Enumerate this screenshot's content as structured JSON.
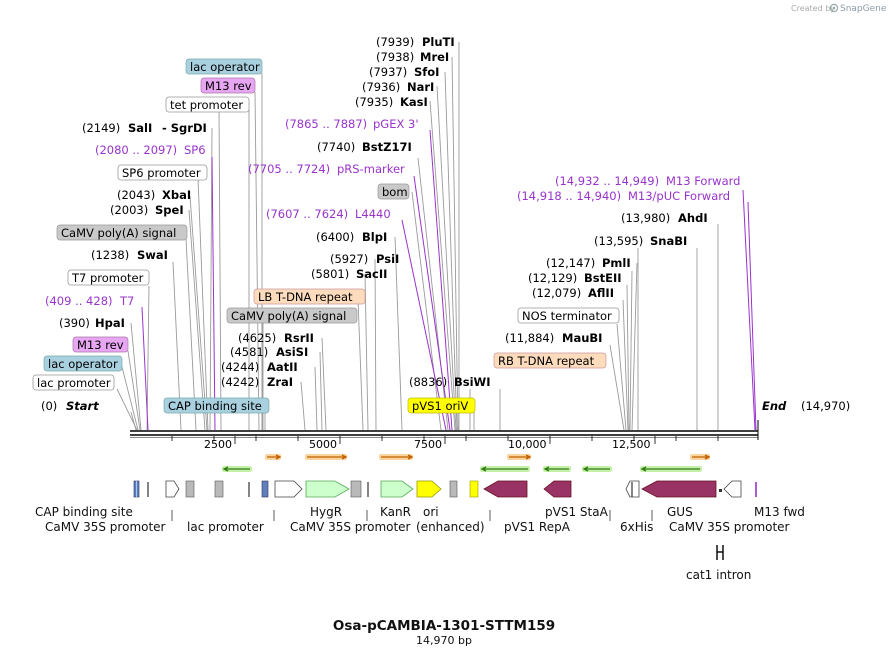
{
  "header": {
    "created_by": "Created by",
    "brand": "SnapGene"
  },
  "map": {
    "name": "Osa-pCAMBIA-1301-STTM159",
    "length_label": "14,970 bp",
    "start": {
      "pos": "(0)",
      "label": "Start"
    },
    "end": {
      "pos": "(14,970)",
      "label": "End"
    }
  },
  "ruler": [
    "2500",
    "5000",
    "7500",
    "10,000",
    "12,500"
  ],
  "enzymes": [
    {
      "pos": "(7939)",
      "name": "PluTI"
    },
    {
      "pos": "(7938)",
      "name": "MreI"
    },
    {
      "pos": "(7937)",
      "name": "SfoI"
    },
    {
      "pos": "(7936)",
      "name": "NarI"
    },
    {
      "pos": "(7935)",
      "name": "KasI"
    },
    {
      "pos": "(2149)",
      "name": "SalI"
    },
    {
      "pos": "",
      "name": "- SgrDI"
    },
    {
      "pos": "(7740)",
      "name": "BstZ17I"
    },
    {
      "pos": "(2043)",
      "name": "XbaI"
    },
    {
      "pos": "(2003)",
      "name": "SpeI"
    },
    {
      "pos": "(13,980)",
      "name": "AhdI"
    },
    {
      "pos": "(6400)",
      "name": "BlpI"
    },
    {
      "pos": "(13,595)",
      "name": "SnaBI"
    },
    {
      "pos": "(1238)",
      "name": "SwaI"
    },
    {
      "pos": "(5927)",
      "name": "PsiI"
    },
    {
      "pos": "(12,147)",
      "name": "PmlI"
    },
    {
      "pos": "(5801)",
      "name": "SacII"
    },
    {
      "pos": "(12,129)",
      "name": "BstEII"
    },
    {
      "pos": "(12,079)",
      "name": "AflII"
    },
    {
      "pos": "(390)",
      "name": "HpaI"
    },
    {
      "pos": "(4625)",
      "name": "RsrII"
    },
    {
      "pos": "(11,884)",
      "name": "MauBI"
    },
    {
      "pos": "(4581)",
      "name": "AsiSI"
    },
    {
      "pos": "(4244)",
      "name": "AatII"
    },
    {
      "pos": "(4242)",
      "name": "ZraI"
    },
    {
      "pos": "(8836)",
      "name": "BsiWI"
    }
  ],
  "primers": [
    {
      "range": "(7865 .. 7887)",
      "name": "pGEX 3'"
    },
    {
      "range": "(2080 .. 2097)",
      "name": "SP6"
    },
    {
      "range": "(7705 .. 7724)",
      "name": "pRS-marker"
    },
    {
      "range": "(14,932 .. 14,949)",
      "name": "M13 Forward"
    },
    {
      "range": "(14,918 .. 14,940)",
      "name": "M13/pUC Forward"
    },
    {
      "range": "(7607 .. 7624)",
      "name": "L4440"
    },
    {
      "range": "(409 .. 428)",
      "name": "T7"
    }
  ],
  "boxed_features": [
    {
      "name": "lac operator",
      "kind": "protein-bind"
    },
    {
      "name": "M13 rev",
      "kind": "primer-bind"
    },
    {
      "name": "tet promoter",
      "kind": "promoter"
    },
    {
      "name": "SP6 promoter",
      "kind": "promoter"
    },
    {
      "name": "CaMV poly(A) signal",
      "kind": "polyA"
    },
    {
      "name": "bom",
      "kind": "misc"
    },
    {
      "name": "T7 promoter",
      "kind": "promoter"
    },
    {
      "name": "LB T-DNA repeat",
      "kind": "repeat"
    },
    {
      "name": "CaMV poly(A) signal",
      "kind": "polyA"
    },
    {
      "name": "NOS terminator",
      "kind": "terminator"
    },
    {
      "name": "RB T-DNA repeat",
      "kind": "repeat"
    },
    {
      "name": "M13 rev",
      "kind": "primer-bind"
    },
    {
      "name": "lac operator",
      "kind": "protein-bind"
    },
    {
      "name": "lac promoter",
      "kind": "promoter"
    },
    {
      "name": "CAP binding site",
      "kind": "protein-bind"
    },
    {
      "name": "pVS1 oriV",
      "kind": "origin"
    }
  ],
  "feature_labels": [
    "CAP binding site",
    "CaMV 35S promoter",
    "lac promoter",
    "HygR",
    "CaMV 35S promoter",
    "KanR",
    "ori",
    "(enhanced)",
    "pVS1 RepA",
    "pVS1 StaA",
    "6xHis",
    "GUS",
    "CaMV 35S promoter",
    "M13 fwd",
    "cat1 intron"
  ],
  "colors": {
    "primer": "#9933cc",
    "protein_bind": "#a9d0df",
    "primer_box": "#e7a6f2",
    "polyA": "#c9c9c9",
    "repeat": "#fcdcbd",
    "origin": "#ffff00",
    "hygr": "#ccffcc",
    "gus": "#993366",
    "orf_arrow": "#e39b27",
    "orf_green": "#3b8a1f"
  }
}
